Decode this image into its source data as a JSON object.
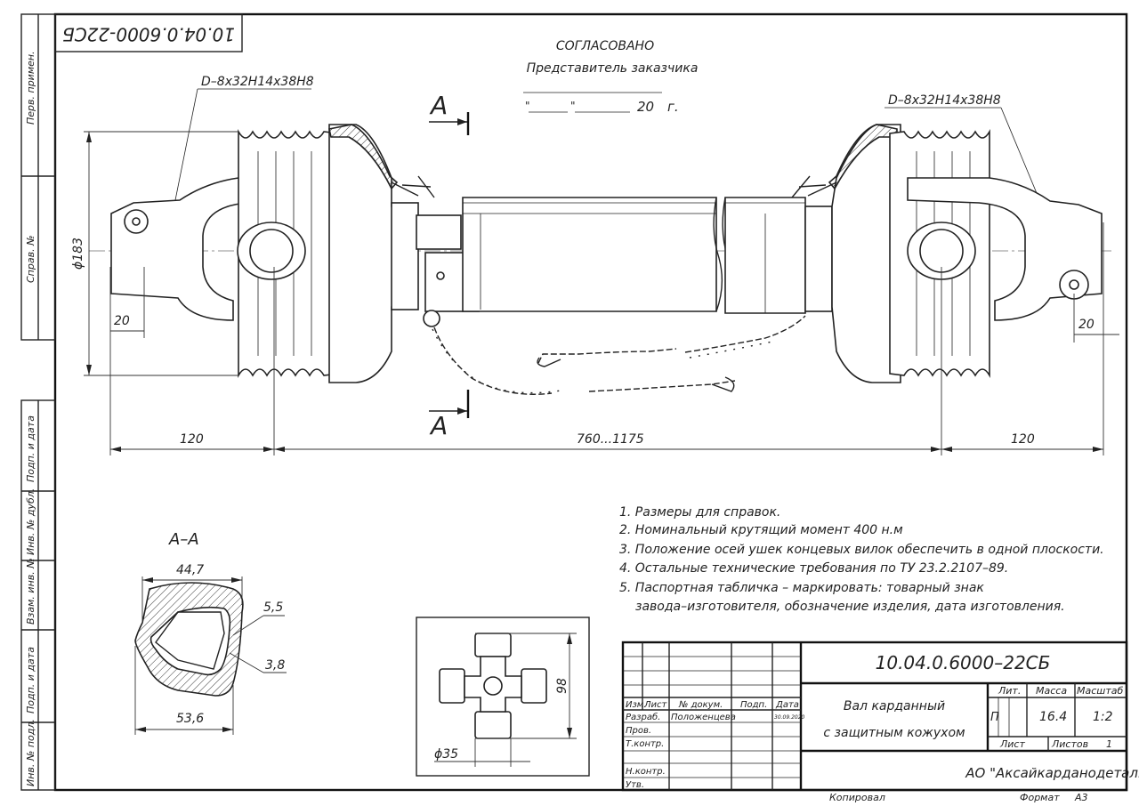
{
  "drawing_number_rotated": "10.04.0.6000-22СБ",
  "approval": {
    "title": "СОГЛАСОВАНО",
    "subtitle": "Представитель заказчика",
    "date_line_quote_1": "\"",
    "date_line_quote_2": "\"",
    "date_line_year": "20",
    "date_line_suffix": "г."
  },
  "spline_spec_left": "D–8x32H14x38H8",
  "spline_spec_right": "D–8x32H14x38H8",
  "section_mark": "A",
  "section_mark_bottom": "A",
  "dimensions": {
    "diameter": "ϕ183",
    "left_offset": "20",
    "right_offset": "20",
    "left_length": "120",
    "middle_length": "760...1175",
    "right_length": "120"
  },
  "section_view": {
    "title": "A–A",
    "top_width": "44,7",
    "bottom_width": "53,6",
    "outer_wall": "5,5",
    "inner_wall": "3,8"
  },
  "cross_view": {
    "height": "98",
    "diameter": "ϕ35"
  },
  "notes": [
    "1. Размеры для справок.",
    "2. Номинальный крутящий момент 400 н.м",
    "3. Положение осей ушек концевых вилок обеспечить в одной плоскости.",
    "4. Остальные технические требования по ТУ 23.2.2107–89.",
    "5. Паспортная табличка – маркировать: товарный знак",
    "завода–изготовителя, обозначение изделия, дата изготовления."
  ],
  "side_stamp": [
    "Перв. примен.",
    "Справ. №",
    "Подп. и дата",
    "Инв. № дубл.",
    "Взам. инв. №",
    "Подп. и дата",
    "Инв. № подл."
  ],
  "title_block": {
    "designation": "10.04.0.6000–22СБ",
    "name_line1": "Вал карданный",
    "name_line2": "с защитным кожухом",
    "col_izm": "Изм.",
    "col_list": "Лист",
    "col_doc": "№ докум.",
    "col_sign": "Подп.",
    "col_date": "Дата",
    "row_razrab": "Разраб.",
    "razrab_name": "Положенцева",
    "razrab_date": "30.09.2020",
    "row_prov": "Пров.",
    "row_tkontr": "Т.контр.",
    "row_nkontr": "Н.контр.",
    "row_utv": "Утв.",
    "lit_label": "Лит.",
    "lit_value": "П",
    "mass_label": "Масса",
    "mass_value": "16.4",
    "scale_label": "Масштаб",
    "scale_value": "1:2",
    "sheet_label": "Лист",
    "sheets_label": "Листов",
    "sheets_value": "1",
    "company": "АО \"Аксайкарданодеталь\""
  },
  "footer": {
    "copied": "Копировал",
    "format_label": "Формат",
    "format_value": "А3"
  }
}
